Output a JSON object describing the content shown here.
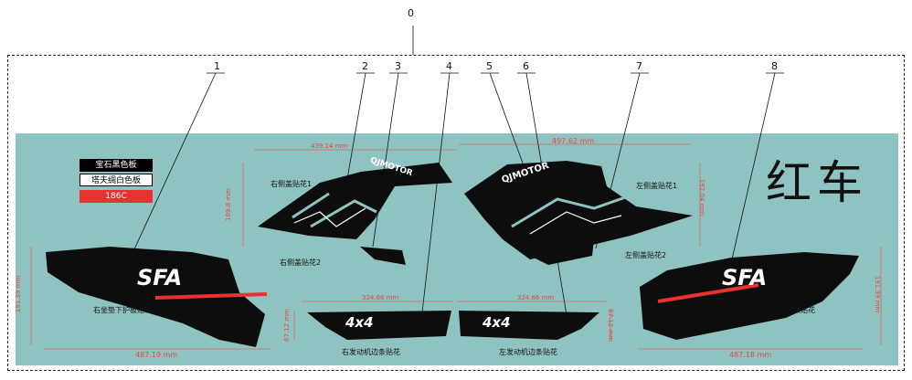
{
  "assembly_number": "0",
  "callouts": [
    "1",
    "2",
    "3",
    "4",
    "5",
    "6",
    "7",
    "8"
  ],
  "color_legend": [
    {
      "label": "宝石黑色板",
      "bg": "#000000",
      "fg": "#ffffff"
    },
    {
      "label": "塔夫绸白色板",
      "bg": "#ffffff",
      "fg": "#000000"
    },
    {
      "label": "186C",
      "bg": "#e8322f",
      "fg": "#ffffff"
    }
  ],
  "vehicle_color": "红车",
  "parts": {
    "right_side_cover_1": "右侧盖贴花1",
    "right_side_cover_2": "右侧盖贴花2",
    "left_side_cover_1": "左侧盖贴花1",
    "left_side_cover_2": "左侧盖贴花2",
    "right_seat_guard": "右坐垫下护板贴花",
    "left_seat_guard": "左坐垫下护板贴花",
    "right_engine_strip": "右发动机边条贴花",
    "left_engine_strip": "左发动机边条贴花"
  },
  "dimensions": {
    "right_cover_width": "439.14 mm",
    "left_cover_width": "497.62 mm",
    "right_cover_height": "189.8 mm",
    "left_cover_height": "192.04 mm",
    "right_seat_height": "191.39 mm",
    "left_seat_height": "191.39 mm",
    "right_seat_width": "487.19 mm",
    "left_seat_width": "487.18 mm",
    "right_strip_width": "324.66 mm",
    "left_strip_width": "324.66 mm",
    "right_strip_height": "67.12 mm",
    "left_strip_height": "67.12 mm"
  },
  "graphics": {
    "brand": "QJMOTOR",
    "model": "SFA",
    "drive": "4x4"
  },
  "colors": {
    "background": "#8fc3c2",
    "decal_black": "#0d0d0d",
    "accent_red": "#e8322f",
    "dimension_red": "#e8453c"
  }
}
